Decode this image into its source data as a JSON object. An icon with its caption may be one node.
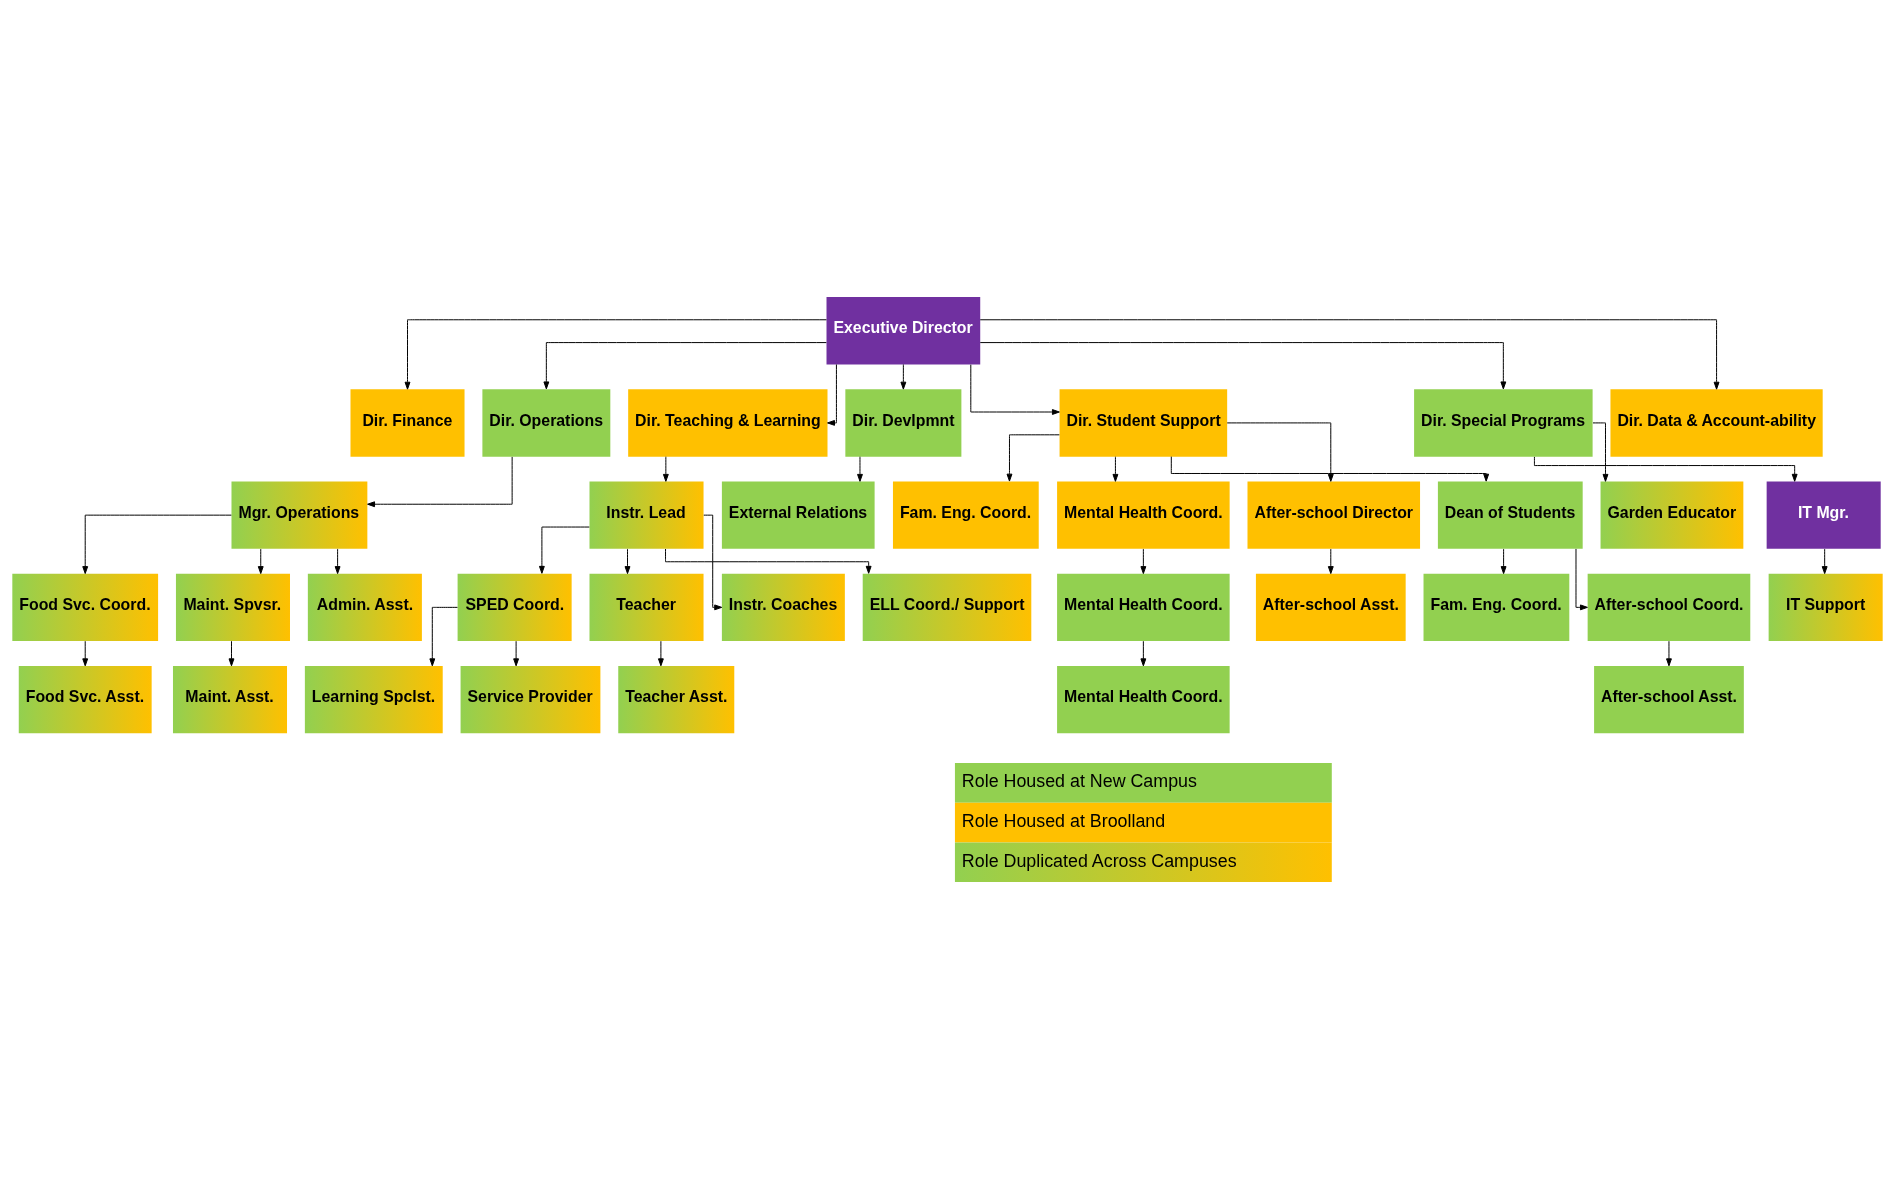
{
  "diagram": {
    "nodes": [
      {
        "text": [
          "Executive Director"
        ]
      },
      {
        "text": [
          "Dir. Finance"
        ]
      },
      {
        "text": [
          "Dir. Operations"
        ]
      },
      {
        "text": [
          "Dir. Teaching & Learning"
        ]
      },
      {
        "text": [
          "Dir. Devlpmnt"
        ]
      },
      {
        "text": [
          "Dir. Student Support"
        ]
      },
      {
        "text": [
          "Dir. Special Programs"
        ]
      },
      {
        "text": [
          "Dir. Data & Account-ability"
        ]
      },
      {
        "text": [
          "Mgr. Operations"
        ]
      },
      {
        "text": [
          "Instr. Lead"
        ]
      },
      {
        "text": [
          "External Relations"
        ]
      },
      {
        "text": [
          "Garden Educator"
        ]
      },
      {
        "text": [
          "IT Mgr."
        ]
      },
      {
        "text": [
          "Food Svc. Coord."
        ]
      },
      {
        "text": [
          "Maint. Spvsr."
        ]
      },
      {
        "text": [
          "Admin. Asst."
        ]
      },
      {
        "text": [
          "Fam. Eng. Coord."
        ]
      },
      {
        "text": [
          "Mental Health Coord."
        ]
      },
      {
        "text": [
          "After-school Director"
        ]
      },
      {
        "text": [
          "Dean of Students"
        ]
      },
      {
        "text": [
          "IT Support"
        ]
      },
      {
        "text": [
          "Food Svc. Asst."
        ]
      },
      {
        "text": [
          "Maint. Asst."
        ]
      },
      {
        "text": [
          "Mental Health Coord."
        ]
      },
      {
        "text": [
          "After-school Asst."
        ]
      },
      {
        "text": [
          "Fam. Eng. Coord."
        ]
      },
      {
        "text": [
          "After-school Coord."
        ]
      },
      {
        "text": [
          "Mental Health Coord."
        ]
      },
      {
        "text": [
          "After-school Asst."
        ]
      },
      {
        "text": [
          "SPED Coord."
        ]
      },
      {
        "text": [
          "Teacher"
        ]
      },
      {
        "text": [
          "Instr. Coaches"
        ]
      },
      {
        "text": [
          "ELL Coord./ Support"
        ]
      },
      {
        "text": [
          "Learning Spclst."
        ]
      },
      {
        "text": [
          "Service Provider"
        ]
      },
      {
        "text": [
          "Teacher Asst."
        ]
      }
    ],
    "edges": [
      {
        "from": 0,
        "to": 1,
        "arrow": "to"
      },
      {
        "from": 0,
        "to": 2,
        "arrow": "to"
      },
      {
        "from": 0,
        "to": 3,
        "arrow": "to"
      },
      {
        "from": 0,
        "to": 4,
        "arrow": "to"
      },
      {
        "from": 0,
        "to": 5,
        "arrow": "to"
      },
      {
        "from": 0,
        "to": 6,
        "arrow": "to"
      },
      {
        "from": 0,
        "to": 7,
        "arrow": "to"
      },
      {
        "from": 2,
        "to": 8,
        "arrow": "to"
      },
      {
        "from": 3,
        "to": 9,
        "arrow": "to"
      },
      {
        "from": 4,
        "to": 10,
        "arrow": "to"
      },
      {
        "from": 6,
        "to": 11,
        "arrow": "to"
      },
      {
        "from": 6,
        "to": 12,
        "arrow": "to"
      },
      {
        "from": 12,
        "to": 20,
        "arrow": "to"
      },
      {
        "from": 8,
        "to": 13,
        "arrow": "to"
      },
      {
        "from": 8,
        "to": 14,
        "arrow": "to"
      },
      {
        "from": 8,
        "to": 15,
        "arrow": "to"
      },
      {
        "from": 13,
        "to": 21,
        "arrow": "to"
      },
      {
        "from": 14,
        "to": 22,
        "arrow": "to"
      },
      {
        "from": 5,
        "to": 16,
        "arrow": "to"
      },
      {
        "from": 5,
        "to": 17,
        "arrow": "to"
      },
      {
        "from": 5,
        "to": 18,
        "arrow": "to"
      },
      {
        "from": 5,
        "to": 19,
        "arrow": "to"
      },
      {
        "from": 17,
        "to": 23,
        "arrow": "to"
      },
      {
        "from": 23,
        "to": 27,
        "arrow": "to"
      },
      {
        "from": 18,
        "to": 24,
        "arrow": "to"
      },
      {
        "from": 19,
        "to": 25,
        "arrow": "to"
      },
      {
        "from": 19,
        "to": 26,
        "arrow": "to"
      },
      {
        "from": 26,
        "to": 28,
        "arrow": "to"
      },
      {
        "from": 9,
        "to": 29,
        "arrow": "to"
      },
      {
        "from": 9,
        "to": 30,
        "arrow": "to"
      },
      {
        "from": 9,
        "to": 31,
        "arrow": "to"
      },
      {
        "from": 9,
        "to": 32,
        "arrow": "to"
      },
      {
        "from": 29,
        "to": 33,
        "arrow": "to"
      },
      {
        "from": 29,
        "to": 34,
        "arrow": "to"
      },
      {
        "from": 30,
        "to": 35,
        "arrow": "to"
      }
    ],
    "legend": [
      {
        "text": "Role Housed at New Campus",
        "color": "#92d050"
      },
      {
        "text": "Role Housed at Broolland",
        "color": "#ffc000"
      },
      {
        "text": "Role Duplicated Across Campuses"
      }
    ]
  }
}
